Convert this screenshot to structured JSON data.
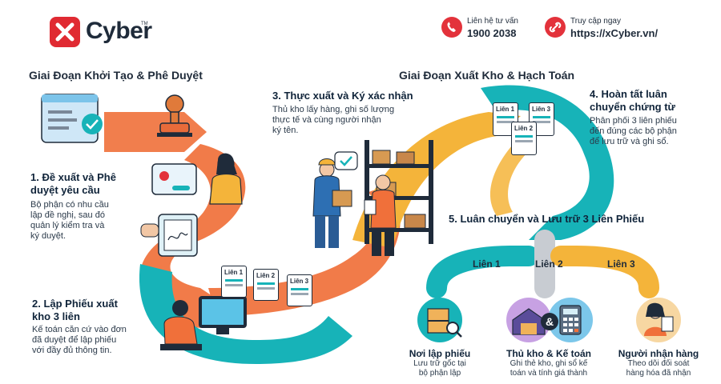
{
  "brand": {
    "name": "Cyber",
    "tm": "TM",
    "accent": "#e02a32"
  },
  "contact": {
    "hotline_label": "Liên hệ tư vấn",
    "hotline": "1900 2038",
    "web_label": "Truy cập ngay",
    "web": "https://xCyber.vn/"
  },
  "phases": {
    "phase1": "Giai Đoạn Khởi Tạo & Phê Duyệt",
    "phase2": "Giai Đoạn Xuất Kho & Hạch Toán"
  },
  "steps": [
    {
      "title_l1": "1. Đề xuất và Phê",
      "title_l2": "duyệt yêu cầu",
      "desc": [
        "Bộ phận có nhu cầu",
        "lập đề nghị, sau đó",
        "quản lý kiểm tra và",
        "ký duyệt."
      ]
    },
    {
      "title_l1": "2. Lập Phiếu xuất",
      "title_l2": "kho 3 liên",
      "desc": [
        "Kế toán căn cứ vào đơn",
        "đã duyệt để lập phiếu",
        "với đầy đủ thông tin."
      ]
    },
    {
      "title_l1": "3. Thực xuất và Ký xác nhận",
      "title_l2": "",
      "desc": [
        "Thủ kho lấy hàng, ghi số lượng",
        "thực tế và cùng người nhận",
        "ký tên."
      ]
    },
    {
      "title_l1": "4. Hoàn tất luân",
      "title_l2": "chuyển chứng từ",
      "desc": [
        "Phân phối 3 liên phiếu",
        "đến đúng các bộ phận",
        "để lưu trữ và ghi sổ."
      ]
    },
    {
      "title_l1": "5. Luân chuyển và Lưu trữ 3 Liên Phiếu",
      "title_l2": "",
      "desc": []
    }
  ],
  "copies": [
    "Liên 1",
    "Liên 2",
    "Liên 3"
  ],
  "branches": [
    "Liên 1",
    "Liên 2",
    "Liên 3"
  ],
  "amp": "&",
  "recipients": [
    {
      "title": "Nơi lập phiếu",
      "desc": [
        "Lưu trữ gốc tại",
        "bộ phận lập"
      ]
    },
    {
      "title": "Thủ kho & Kế toán",
      "desc": [
        "Ghi thẻ kho, ghi sổ kế",
        "toán và tính giá thành"
      ]
    },
    {
      "title": "Người nhận hàng",
      "desc": [
        "Theo dõi đối soát",
        "hàng hóa đã nhận"
      ]
    }
  ],
  "colors": {
    "orange": "#f0703a",
    "teal": "#17b3b8",
    "yellow": "#f4b43a",
    "red": "#e3323b",
    "purple": "#c7a1e3"
  },
  "icons": [
    "phone-icon",
    "link-icon",
    "stamp-icon",
    "checkmark-icon",
    "warehouse-icon",
    "calculator-icon",
    "clipboard-icon",
    "magnifier-icon"
  ]
}
